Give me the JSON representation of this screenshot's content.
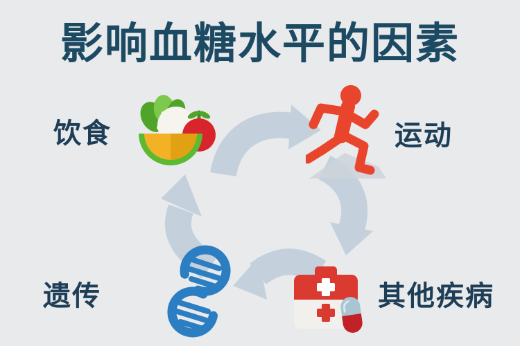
{
  "title": "影响血糖水平的因素",
  "diagram": {
    "type": "cycle",
    "flow": "clockwise",
    "nodes": [
      {
        "id": "diet",
        "label": "饮食",
        "icon": "food-bowl-icon",
        "position": "top-left"
      },
      {
        "id": "exercise",
        "label": "运动",
        "icon": "running-person-icon",
        "position": "top-right"
      },
      {
        "id": "other-diseases",
        "label": "其他疾病",
        "icon": "first-aid-kit-icon",
        "position": "bottom-right"
      },
      {
        "id": "genetics",
        "label": "遗传",
        "icon": "dna-icon",
        "position": "bottom-left"
      }
    ],
    "edges": [
      {
        "from": "diet",
        "to": "exercise"
      },
      {
        "from": "exercise",
        "to": "other-diseases"
      },
      {
        "from": "other-diseases",
        "to": "genetics"
      },
      {
        "from": "genetics",
        "to": "diet"
      }
    ]
  },
  "colors": {
    "background": "#e9eaec",
    "title_text": "#1d4a63",
    "label_text": "#1e3e57",
    "arrow": "#c3d0dc",
    "runner_red": "#e8452c",
    "tomato_red": "#d8252c",
    "bowl_yellow": "#f3b226",
    "bowl_green": "#5cb932",
    "rice_white": "#f6f4ee",
    "kit_red": "#da3a30",
    "kit_body": "#f2f0ed",
    "pill_top": "#aac5d2",
    "pill_bottom": "#c22127",
    "dna_blue": "#2b7ec1"
  }
}
